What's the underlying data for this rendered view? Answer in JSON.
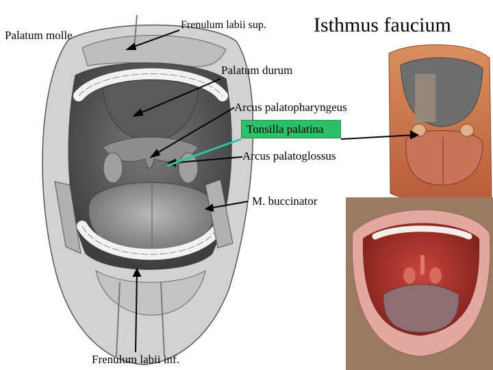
{
  "labels": {
    "palatum_molle": "Palatum molle",
    "frenulum_labii_sup": "Frenulum labii sup.",
    "isthmus_faucium": "Isthmus faucium",
    "palatum_durum": "Palatum durum",
    "arcus_palatopharyngeus": "Arcus palatopharyngeus",
    "tonsilla_palatina": "Tonsilla palatina",
    "arcus_palatoglossus": "Arcus palatoglossus",
    "m_buccinator": "M. buccinator",
    "frenulum_labii_inf": "Frenulum labii inf."
  },
  "colors": {
    "tonsil_box": "#2fbf68",
    "tonsil_pointer": "#2ec4a8",
    "leader_lines": "#000000"
  }
}
